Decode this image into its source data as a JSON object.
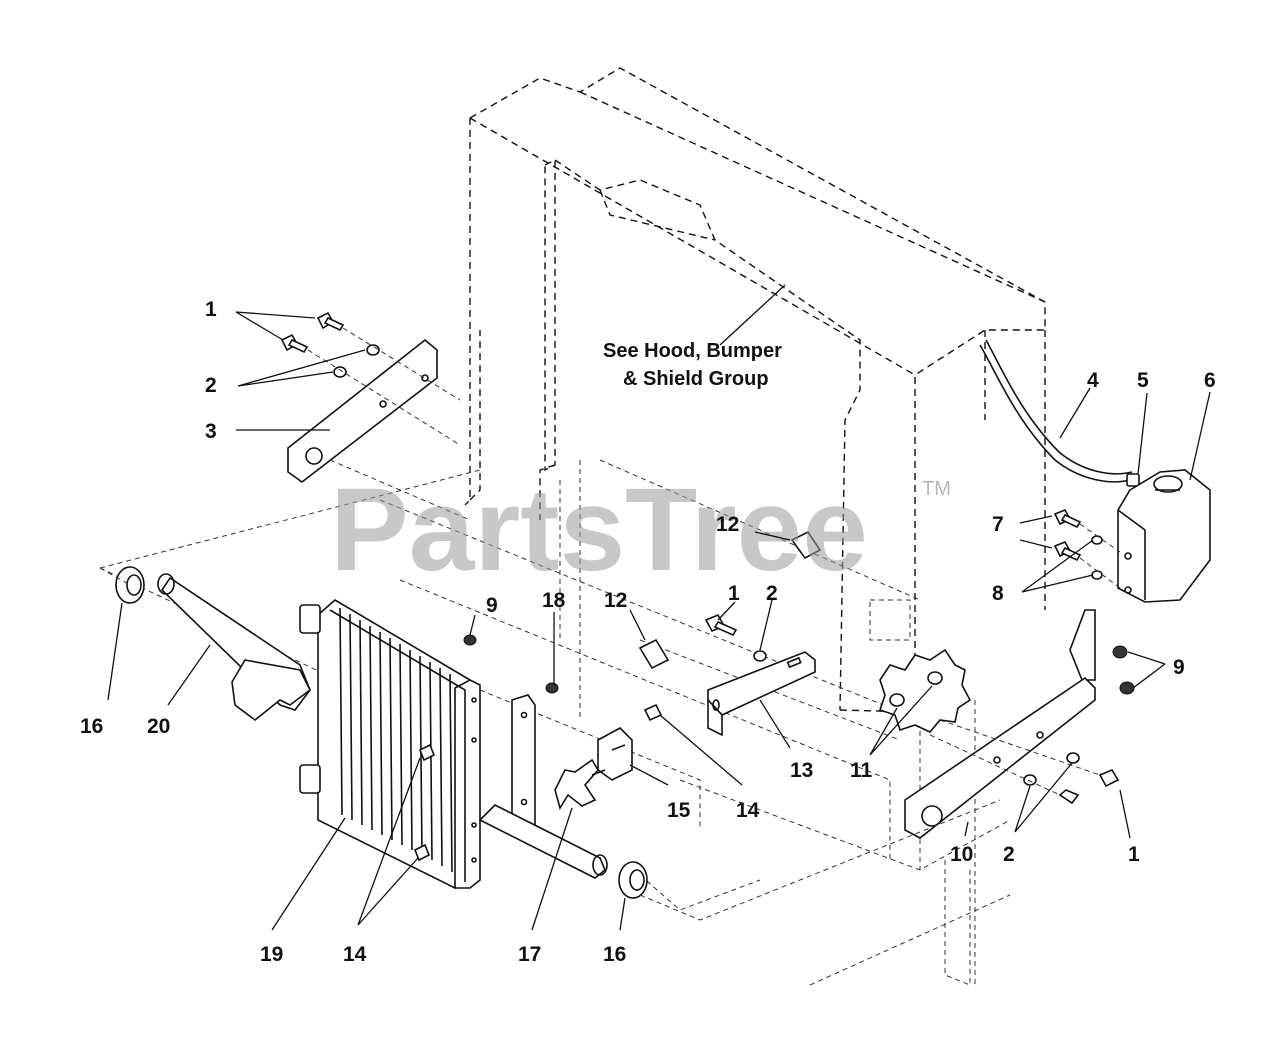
{
  "watermark": {
    "text": "PartsTree",
    "trademark": "TM"
  },
  "note": {
    "line1": "See Hood, Bumper",
    "line2": "& Shield Group"
  },
  "callouts": {
    "c1a": "1",
    "c2a": "2",
    "c3": "3",
    "c4": "4",
    "c5": "5",
    "c6": "6",
    "c7": "7",
    "c8": "8",
    "c12a": "12",
    "c12b": "12",
    "c1b": "1",
    "c2b": "2",
    "c9a": "9",
    "c18": "18",
    "c9b": "9",
    "c16a": "16",
    "c20": "20",
    "c13": "13",
    "c11": "11",
    "c14a": "14",
    "c15": "15",
    "c10": "10",
    "c2c": "2",
    "c1c": "1",
    "c19": "19",
    "c14b": "14",
    "c17": "17",
    "c16b": "16"
  }
}
